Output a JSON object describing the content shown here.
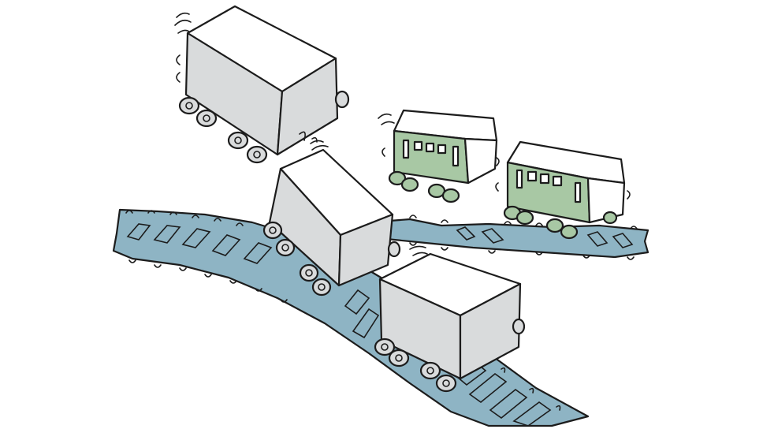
{
  "illustration": {
    "colors": {
      "background": "#ffffff",
      "track": "#8eb4c4",
      "track_tie_gap": "#ffffff",
      "freight_car_side": "#d9dbdc",
      "freight_car_top": "#ffffff",
      "passenger_car_body": "#a8c8a4",
      "passenger_car_roof": "#ffffff",
      "ink": "#1c1c1c"
    },
    "objects": [
      {
        "kind": "railway-track",
        "count": 2
      },
      {
        "kind": "freight-car",
        "count": 3
      },
      {
        "kind": "passenger-car",
        "count": 2
      }
    ]
  }
}
